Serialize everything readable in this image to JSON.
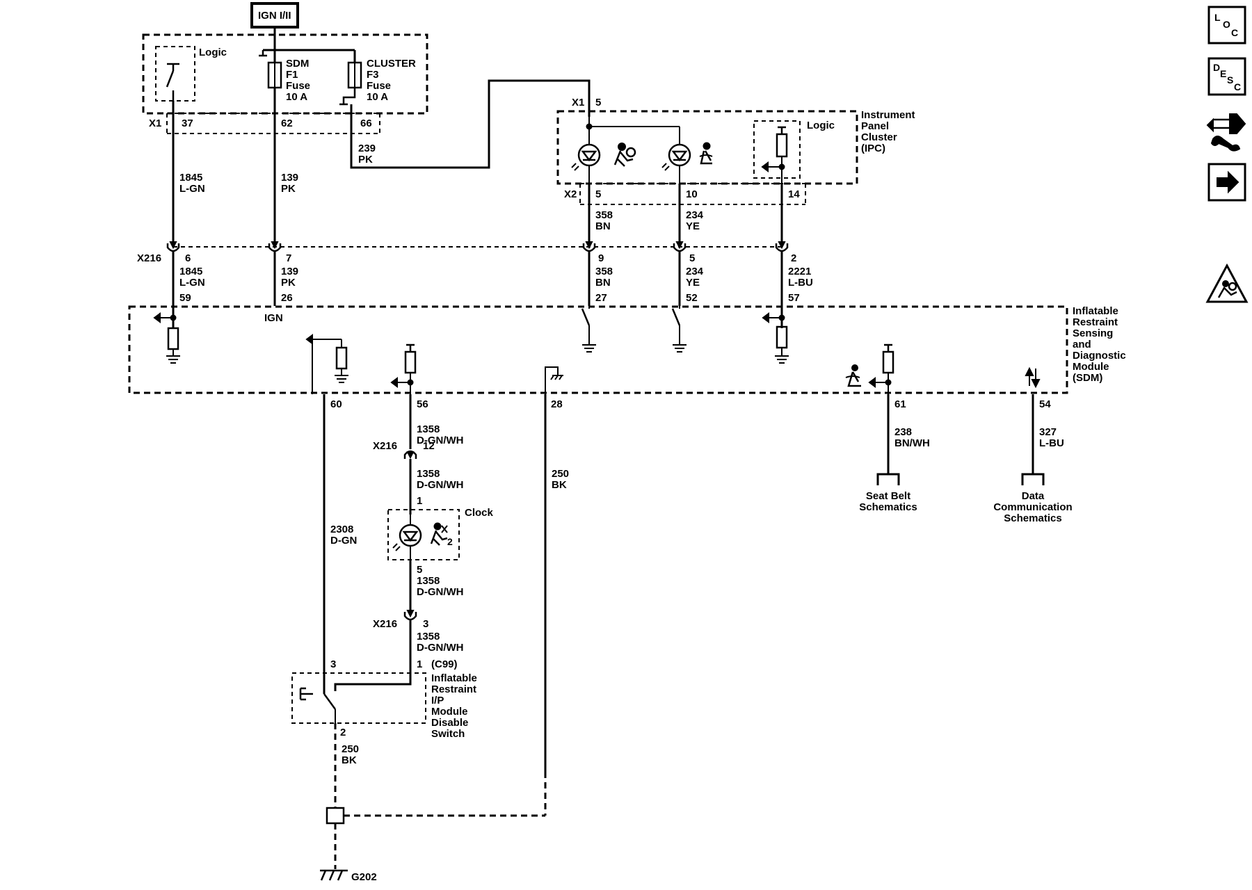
{
  "power": {
    "source": "IGN I/II"
  },
  "fuse_block": {
    "logic": "Logic",
    "sdm_fuse": [
      "SDM",
      "F1",
      "Fuse",
      "10 A"
    ],
    "cluster_fuse": [
      "CLUSTER",
      "F3",
      "Fuse",
      "10 A"
    ],
    "connector": "X1",
    "pins": [
      "37",
      "62",
      "66"
    ]
  },
  "wires": {
    "w1845": [
      "1845",
      "L-GN"
    ],
    "w139": [
      "139",
      "PK"
    ],
    "w239": [
      "239",
      "PK"
    ],
    "w358": [
      "358",
      "BN"
    ],
    "w234": [
      "234",
      "YE"
    ],
    "w2221": [
      "2221",
      "L-BU"
    ],
    "w1358": [
      "1358",
      "D-GN/WH"
    ],
    "w2308": [
      "2308",
      "D-GN"
    ],
    "w250": [
      "250",
      "BK"
    ],
    "w238": [
      "238",
      "BN/WH"
    ],
    "w327": [
      "327",
      "L-BU"
    ]
  },
  "ipc": {
    "title": [
      "Instrument",
      "Panel",
      "Cluster",
      "(IPC)"
    ],
    "logic": "Logic",
    "x1": "X1",
    "x1_pin": "5",
    "x2": "X2",
    "x2_pins": [
      "5",
      "10",
      "14"
    ]
  },
  "x216_top": {
    "label": "X216",
    "pins": [
      "6",
      "7",
      "9",
      "5",
      "2"
    ]
  },
  "sdm": {
    "title": [
      "Inflatable",
      "Restraint",
      "Sensing",
      "and",
      "Diagnostic",
      "Module",
      "(SDM)"
    ],
    "top_pins": [
      "59",
      "26",
      "27",
      "52",
      "57"
    ],
    "ign": "IGN",
    "bottom_pins": [
      "60",
      "56",
      "28",
      "61",
      "54"
    ]
  },
  "lower": {
    "x216_a": "X216",
    "x216_a_pin": "12",
    "clock_pin_top": "1",
    "clock": "Clock",
    "clock_pin_bottom": "5",
    "x216_b": "X216",
    "x216_b_pin": "3",
    "switch_pin_left": "3",
    "switch_pin_right": "1",
    "switch_conn": "(C99)",
    "switch_title": [
      "Inflatable",
      "Restraint",
      "I/P",
      "Module",
      "Disable",
      "Switch"
    ],
    "switch_pin_bottom": "2",
    "ground": "G202"
  },
  "refs": {
    "seat_belt": [
      "Seat Belt",
      "Schematics"
    ],
    "data_comm": [
      "Data",
      "Communication",
      "Schematics"
    ]
  },
  "nav": {
    "loc": [
      "L",
      "O",
      "C"
    ],
    "desc": [
      "D",
      "E",
      "S",
      "C"
    ]
  }
}
